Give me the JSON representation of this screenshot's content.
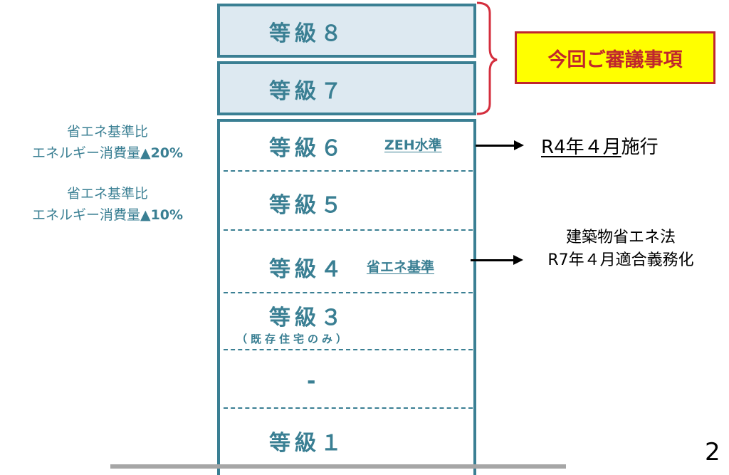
{
  "grades": {
    "g8": "等級８",
    "g7": "等級７",
    "g6": "等級６",
    "g5": "等級５",
    "g4": "等級４",
    "g3": "等級３",
    "g3_note": "（既存住宅のみ）",
    "dash": "-",
    "g1": "等級１"
  },
  "tags": {
    "zeh": "ZEH水準",
    "energy_standard": "省エネ基準"
  },
  "side_labels": {
    "g6_line1": "省エネ基準比",
    "g6_line2_prefix": "エネルギー消費量",
    "g6_line2_value": "▲20%",
    "g5_line1": "省エネ基準比",
    "g5_line2_prefix": "エネルギー消費量",
    "g5_line2_value": "▲10%"
  },
  "callout": {
    "text": "今回ご審議事項"
  },
  "notes": {
    "g6_date": "R4年４月",
    "g6_action": "施行",
    "g4_line1": "建築物省エネ法",
    "g4_line2": "R7年４月適合義務化"
  },
  "page_number": "2",
  "colors": {
    "teal": "#3a7f93",
    "light_blue": "#dde9f1",
    "brace_red": "#d42e3d",
    "callout_fill": "#ffff00",
    "callout_border": "#c0262d",
    "callout_text": "#c0262d",
    "ground": "#a6a6a6"
  }
}
